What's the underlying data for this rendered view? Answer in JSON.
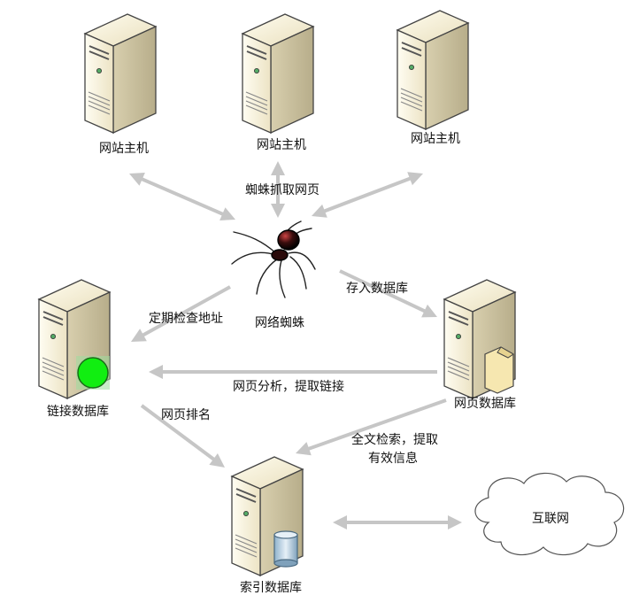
{
  "nodes": {
    "site_host_1": "网站主机",
    "site_host_2": "网站主机",
    "site_host_3": "网站主机",
    "spider": "网络蜘蛛",
    "link_db": "链接数据库",
    "page_db": "网页数据库",
    "index_db": "索引数据库",
    "internet": "互联网"
  },
  "edges": {
    "crawl": "蜘蛛抓取网页",
    "store": "存入数据库",
    "check": "定期检查地址",
    "analyze": "网页分析，提取链接",
    "rank": "网页排名",
    "fulltext_1": "全文检索，提取",
    "fulltext_2": "有效信息"
  },
  "colors": {
    "arrow": "#c6c6c6",
    "server_front": "#fdf8e6",
    "server_outline": "#444444",
    "status_dot": "#11ee11",
    "cloud_fill": "#ffffff"
  }
}
